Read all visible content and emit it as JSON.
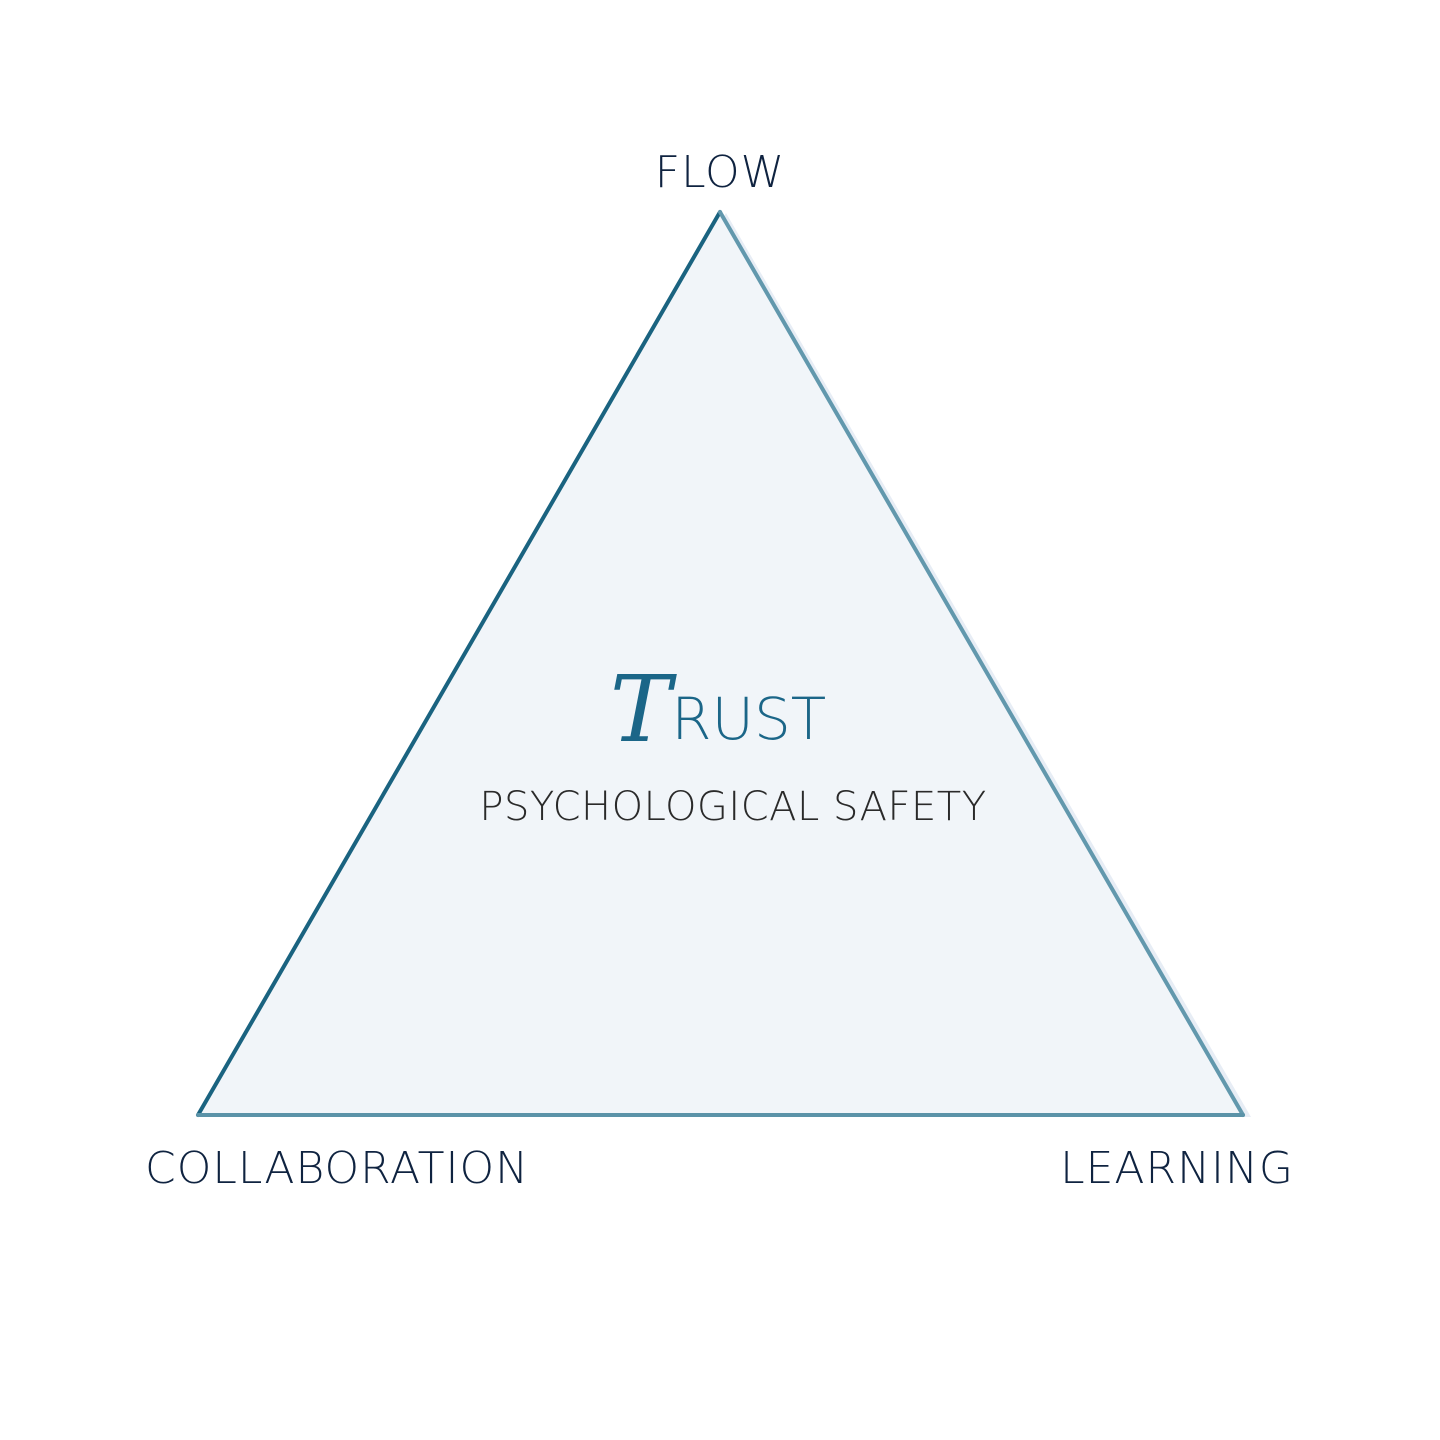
{
  "vertices": {
    "top": "FLOW",
    "bottom_left": "COLLABORATION",
    "bottom_right": "LEARNING"
  },
  "center": {
    "title_initial": "T",
    "title_rest": "RUST",
    "subtitle": "PSYCHOLOGICAL SAFETY"
  },
  "colors": {
    "fill": "#f1f5f9",
    "edge_left": "#1a6380",
    "edge_right": "#6298ad",
    "edge_bottom": "#5b93a8",
    "label_text": "#0f2340",
    "title_text": "#1b6688",
    "subtitle_text": "#2a2a2a"
  }
}
